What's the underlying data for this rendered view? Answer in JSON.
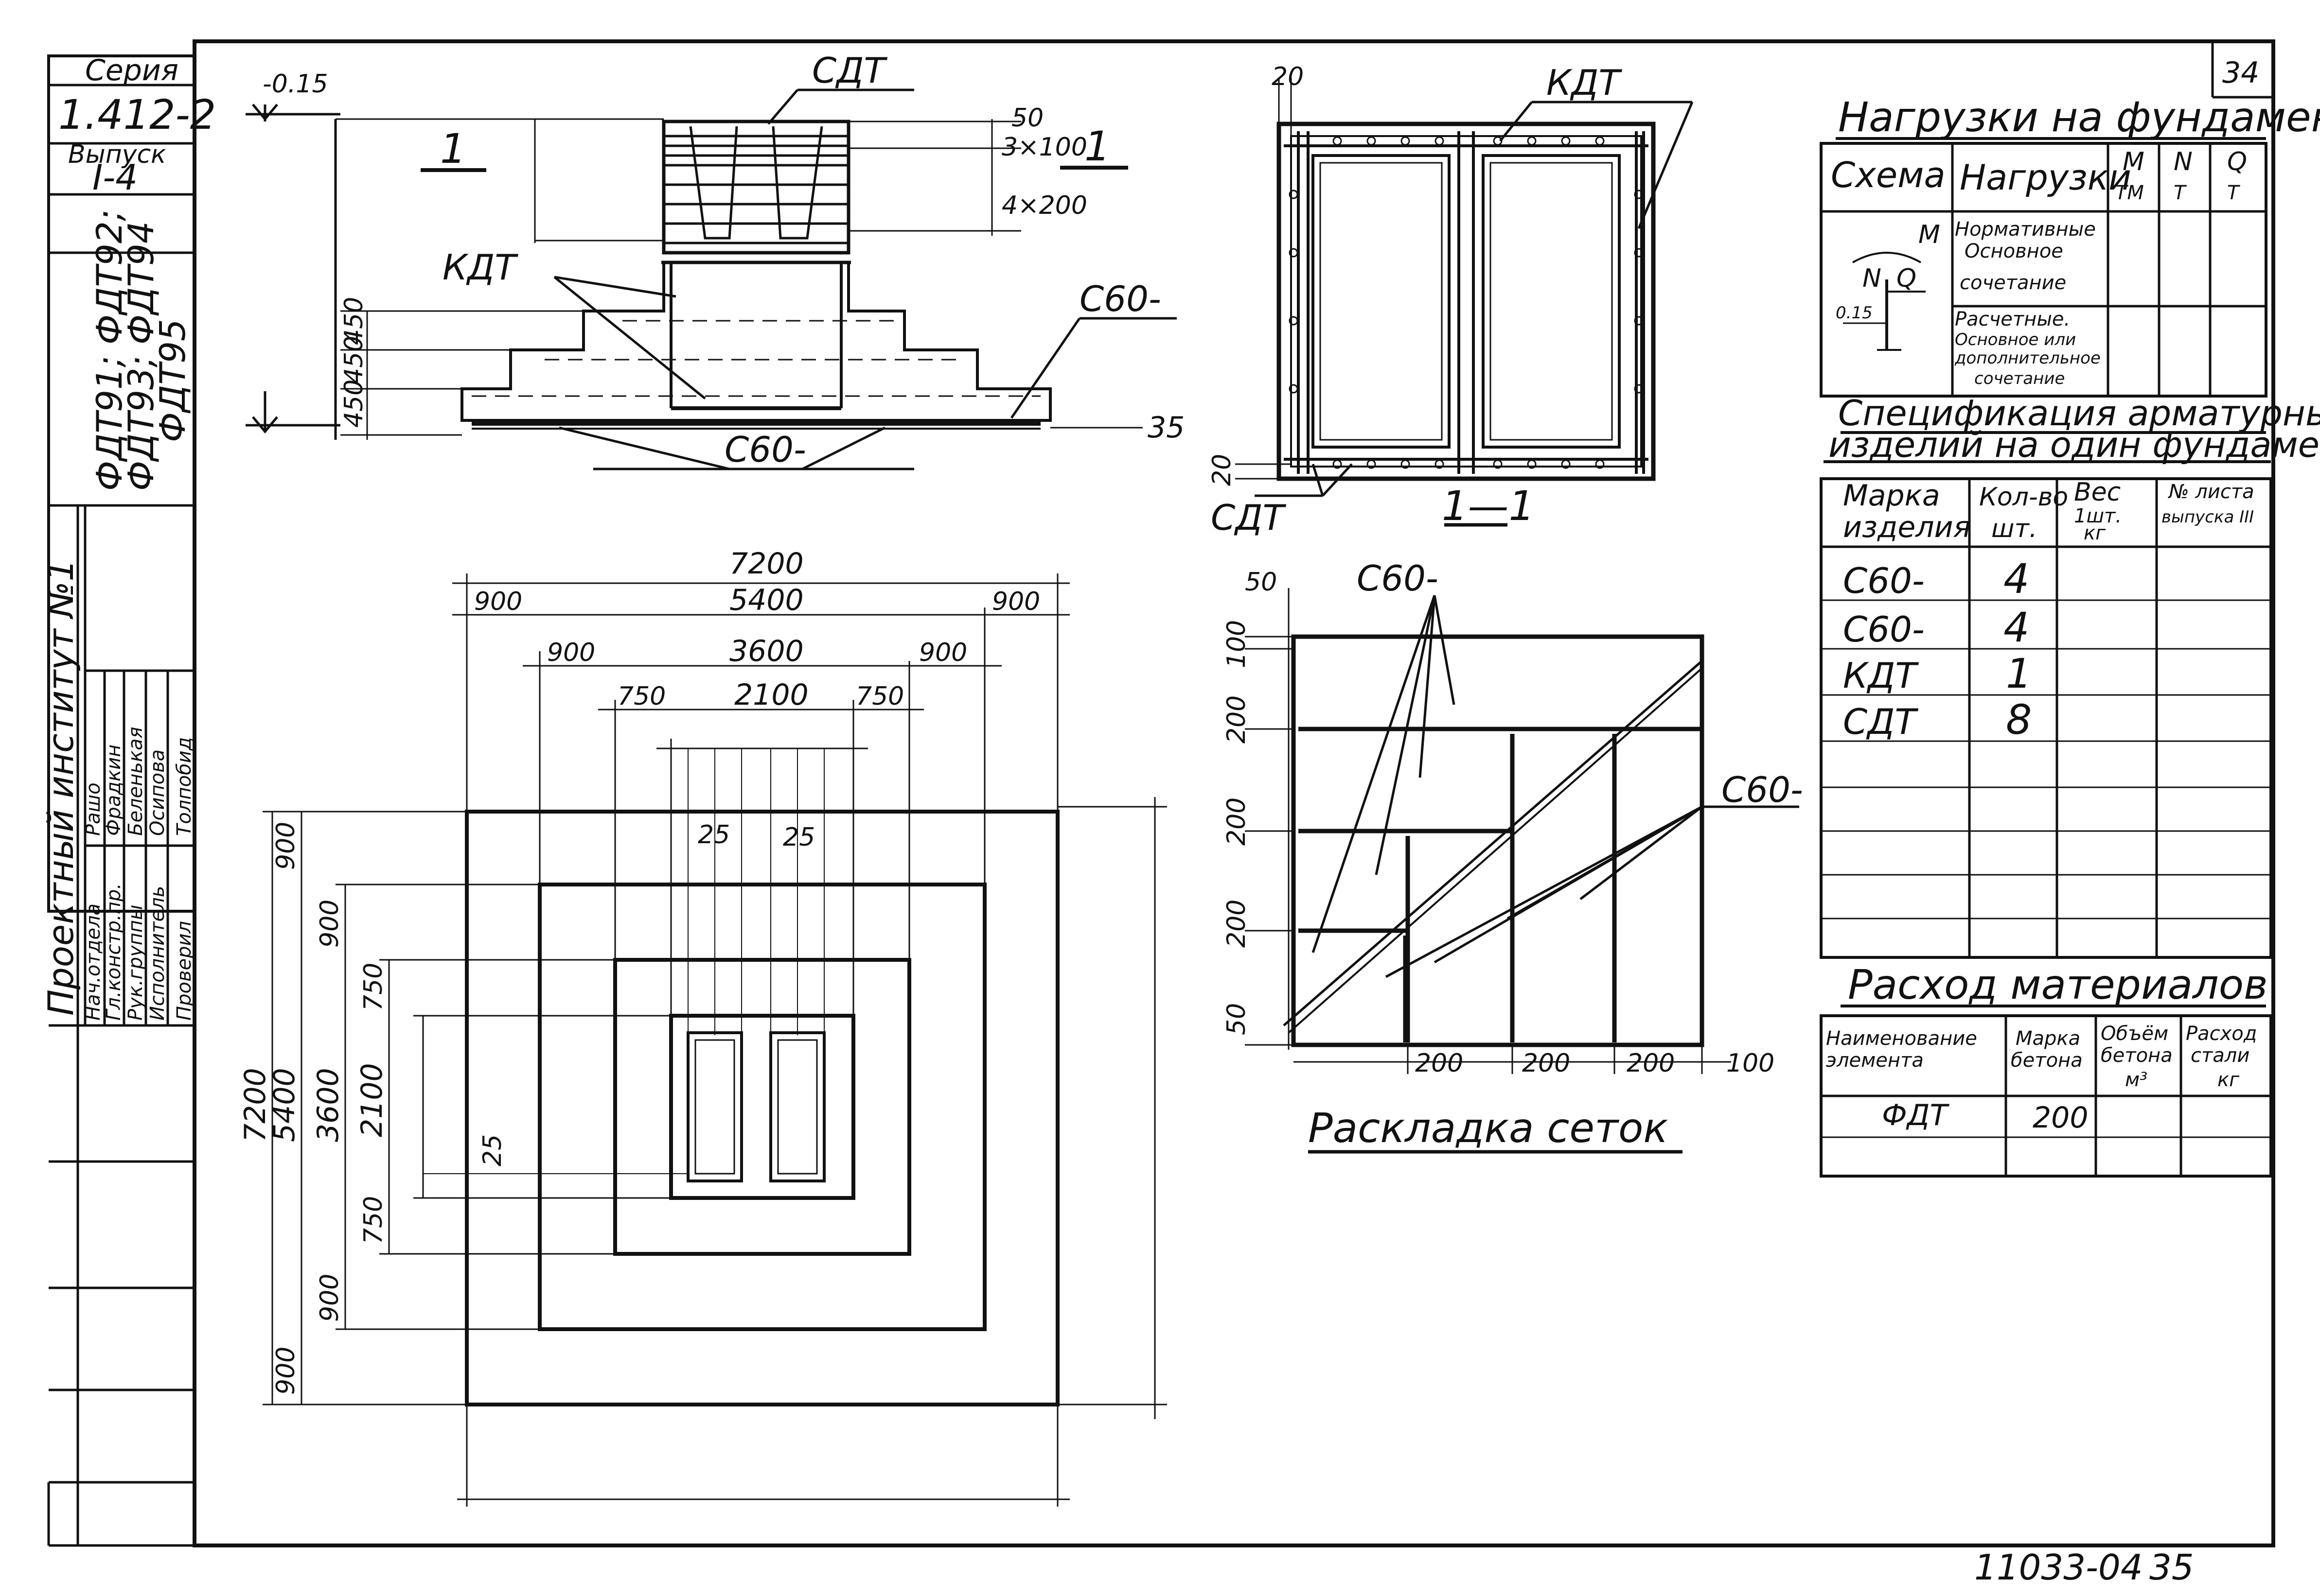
{
  "title_block": {
    "series_label": "Серия",
    "series_number": "1.412-2",
    "issue_label": "Выпуск",
    "issue_number": "I-4",
    "marks_line1": "ФДТ91; ФДТ92;",
    "marks_line2": "ФДТ93; ФДТ94",
    "marks_line3": "ФДТ95",
    "institute": "Проектный институт №1",
    "roles": [
      "Нач.отдела",
      "Гл.констр.пр.",
      "Рук.группы",
      "Исполнитель",
      "Проверил"
    ],
    "names": [
      "Рашо",
      "Фрадкин",
      "Беленькая",
      "Осипова",
      "Толпобид"
    ]
  },
  "sheet": {
    "number": "34",
    "stamp_code": "11033-04",
    "stamp_page": "35"
  },
  "section_1": {
    "elev_top": "-0.15",
    "section_label": "1",
    "label_sdt": "СДТ",
    "label_kdt": "КДТ",
    "label_c60_right": "С60-",
    "label_c60_bottom": "С60-",
    "dims_right": [
      "50",
      "3×100",
      "4×200"
    ],
    "dims_left": [
      "450",
      "450",
      "450"
    ],
    "dim_bottom_right": "35"
  },
  "section_11": {
    "title": "1—1",
    "label_kdt": "КДТ",
    "label_sdt": "СДТ",
    "dim_top": "20",
    "dim_bottom": "20"
  },
  "plan": {
    "dims_top": [
      "7200",
      "900",
      "5400",
      "900",
      "900",
      "3600",
      "900",
      "750",
      "2100",
      "750",
      "25",
      "25"
    ],
    "dims_left": [
      "7200",
      "5400",
      "3600",
      "2100",
      "900",
      "900",
      "750",
      "750",
      "900",
      "900",
      "25"
    ]
  },
  "mesh_layout": {
    "title": "Раскладка сеток",
    "label_top": "С60-",
    "label_right": "С60-",
    "dims_left": [
      "50",
      "100",
      "200",
      "200",
      "200",
      "50"
    ],
    "dims_bottom": [
      "200",
      "200",
      "200",
      "100"
    ]
  },
  "loads_table": {
    "title": "Нагрузки на фундамент",
    "headers": [
      "Схема",
      "Нагрузки",
      "M",
      "ТМ",
      "N",
      "Т",
      "Q",
      "Т"
    ],
    "row1": [
      "Нормативные",
      "Основное",
      "сочетание"
    ],
    "row2": [
      "Расчетные.",
      "Основное или",
      "дополнительное",
      "сочетание"
    ],
    "schema_labels": [
      "M",
      "N",
      "Q",
      "0.15"
    ]
  },
  "spec_table": {
    "title_line1": "Спецификация арматурных",
    "title_line2": "изделий на один фундамент",
    "headers": [
      "Марка",
      "изделия",
      "Кол-во",
      "шт.",
      "Вес",
      "1шт.",
      "кг",
      "№ листа",
      "выпуска III"
    ],
    "rows": [
      {
        "mark": "С60-",
        "qty": "4"
      },
      {
        "mark": "С60-",
        "qty": "4"
      },
      {
        "mark": "КДТ",
        "qty": "1"
      },
      {
        "mark": "СДТ",
        "qty": "8"
      }
    ]
  },
  "materials_table": {
    "title": "Расход материалов",
    "headers": [
      "Наименование",
      "элемента",
      "Марка",
      "бетона",
      "Объём",
      "бетона",
      "м³",
      "Расход",
      "стали",
      "кг"
    ],
    "row": {
      "element": "ФДТ",
      "grade": "200"
    }
  }
}
